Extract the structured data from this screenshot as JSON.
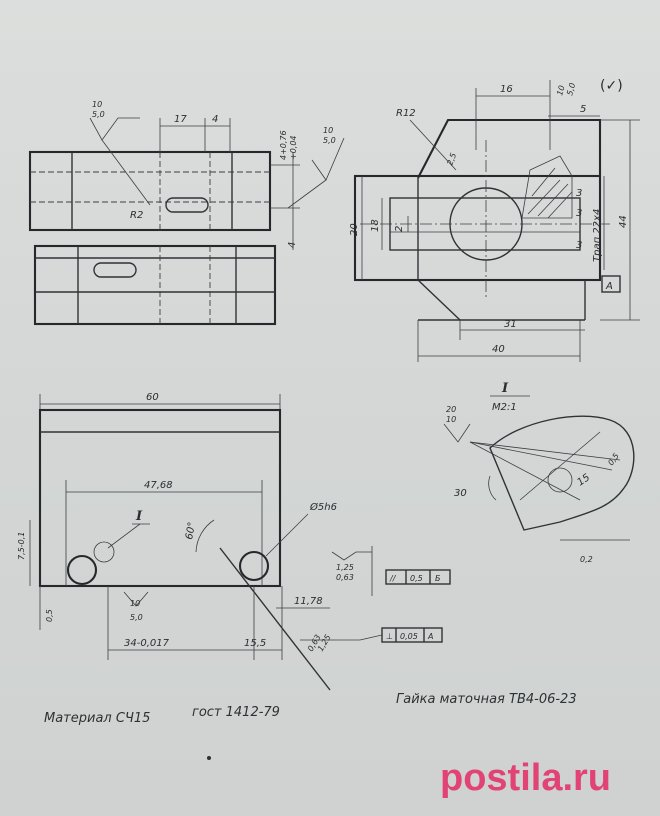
{
  "drawing": {
    "top_view": {
      "roughness_left": [
        "10",
        "5,0"
      ],
      "dim_17": "17",
      "dim_4": "4",
      "tol_4": "4+0,76",
      "tol_4_low": "+0,04",
      "roughness_right": [
        "10",
        "5,0"
      ],
      "dim_4_right": "4",
      "radius_r2": "R2"
    },
    "section_view": {
      "dim_16": "16",
      "dim_5": "5",
      "roughness_symbol": "(✓)",
      "roughness_top": [
        "10",
        "5,0"
      ],
      "radius_r12": "R12",
      "small_tol": "2,5",
      "dim_20": "20",
      "dim_18": "18",
      "dim_2": "2",
      "dim_3a": "3",
      "dim_3b": "3",
      "dim_3c": "3",
      "thread": "Трап 22х4",
      "dim_44": "44",
      "datum_a": "A",
      "dim_31": "31",
      "dim_40": "40"
    },
    "detail": {
      "label": "I",
      "scale": "М2:1",
      "roughness": [
        "20",
        "10"
      ],
      "angle_30": "30",
      "dim_15": "15",
      "dim_05": "0,5",
      "dim_02": "0,2"
    },
    "front_view": {
      "dim_60": "60",
      "dim_4768": "47,68",
      "detail_mark": "I",
      "dim_75": "7,5-0,1",
      "angle_60": "60°",
      "bore": "Ø5h6",
      "dim_125": "1,25",
      "dim_125_tol": "0,63",
      "parallel_frame": [
        "//",
        "0,5",
        "Б"
      ],
      "dim_1178": "11,78",
      "dim_05": "0,5",
      "roughness_bottom": [
        "10",
        "5,0"
      ],
      "dim_34": "34-0,017",
      "dim_155": "15,5",
      "dim_063": "0,63",
      "dim_125b": "1,25",
      "perp_frame": [
        "⊥",
        "0,05",
        "A"
      ]
    }
  },
  "footer": {
    "material": "Материал  СЧ15",
    "standard": "гост 1412-79",
    "part_title": "Гайка маточная ТВ4-06-23"
  },
  "watermark": "postila.ru"
}
